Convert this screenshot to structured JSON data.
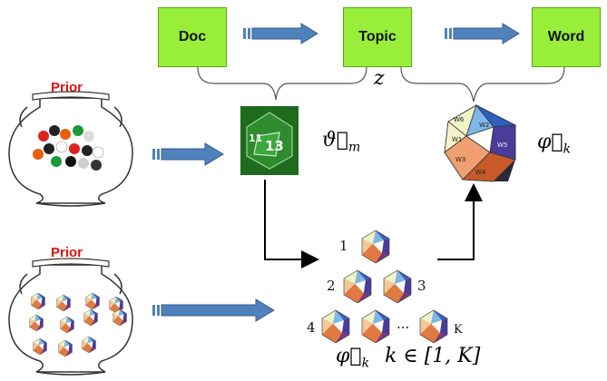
{
  "boxes": {
    "doc": "Doc",
    "topic": "Topic",
    "word": "Word"
  },
  "priors": {
    "top": "Prior",
    "bottom": "Prior"
  },
  "labels": {
    "z": "z",
    "theta": "ϑ⃗",
    "theta_sub": "m",
    "phi": "φ⃗",
    "phi_sub": "k",
    "bottom_phi": "φ⃗",
    "bottom_phi_sub": "k",
    "bottom_range": "k ∈ [1, K]"
  },
  "die_numbers": {
    "front": "13",
    "left": "11"
  },
  "icosa_faces": [
    "W1",
    "W2",
    "W3",
    "W4",
    "W5",
    "W6"
  ],
  "topic_indices": [
    "1",
    "2",
    "3",
    "4",
    "K"
  ],
  "ellipsis": "···",
  "colors": {
    "box_fill": "#99ee3a",
    "prior_text": "#e01010",
    "arrow_blue": "#4f81bd",
    "die_green": "#2e8b2e"
  }
}
